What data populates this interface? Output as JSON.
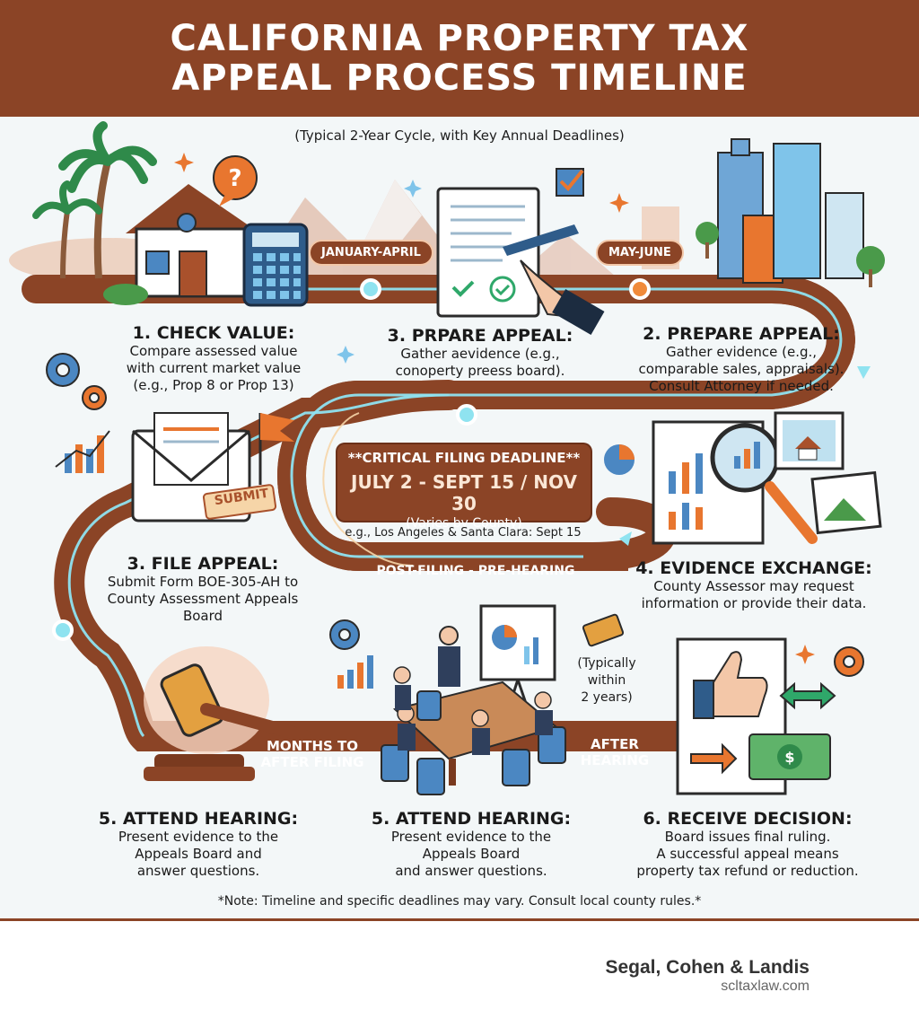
{
  "header": {
    "title_line1": "CALIFORNIA PROPERTY TAX",
    "title_line2": "APPEAL PROCESS TIMELINE"
  },
  "subtitle": "(Typical 2-Year Cycle, with Key Annual Deadlines)",
  "pills": {
    "jan_apr": "JANUARY-APRIL",
    "may_jun": "MAY-JUNE"
  },
  "steps": {
    "check_value": {
      "title": "1. CHECK VALUE:",
      "desc": [
        "Compare assessed value",
        "with current market value",
        "(e.g., Prop 8 or Prop 13)"
      ]
    },
    "prpare_appeal": {
      "title": "3. PRPARE APPEAL:",
      "desc": [
        "Gather aevidence (e.g.,",
        "conoperty preess board)."
      ]
    },
    "prepare_appeal": {
      "title": "2. PREPARE APPEAL:",
      "desc": [
        "Gather evidence (e.g.,",
        "comparable sales, appraisals).",
        "Consult Attorney if needed."
      ]
    },
    "file_appeal": {
      "title": "3. FILE APPEAL:",
      "desc": [
        "Submit Form BOE-305-AH to",
        "County Assessment Appeals",
        "Board"
      ]
    },
    "evidence_exchange": {
      "title": "4. EVIDENCE EXCHANGE:",
      "desc": [
        "County Assessor may request",
        "information or provide their data."
      ]
    },
    "attend_hearing_a": {
      "title": "5. ATTEND HEARING:",
      "desc": [
        "Present evidence to the",
        "Appeals Board and",
        "answer questions."
      ]
    },
    "attend_hearing_b": {
      "title": "5. ATTEND HEARING:",
      "desc": [
        "Present evidence to the",
        "Appeals Board",
        "and answer questions."
      ]
    },
    "receive_decision": {
      "title": "6. RECEIVE DECISION:",
      "desc": [
        "Board issues final ruling.",
        "A successful appeal means",
        "property tax refund or reduction."
      ]
    }
  },
  "deadline": {
    "heading": "**CRITICAL FILING DEADLINE**",
    "dates": "JULY 2 - SEPT 15 / NOV 30",
    "note": "(Varies by County)",
    "example": "e.g., Los Angeles & Santa Clara: Sept 15"
  },
  "road_labels": {
    "post_filing": "POST-FILING - PRE-HEARING",
    "months_to": [
      "MONTHS TO",
      "AFTER FILING"
    ],
    "after_hearing": [
      "AFTER",
      "HEARING"
    ]
  },
  "submit_stamp": "SUBMIT",
  "typically": [
    "(Typically",
    "within",
    "2 years)"
  ],
  "note": "*Note: Timeline and specific deadlines may vary. Consult local county rules.*",
  "brand": {
    "name": "Segal, Cohen & Landis",
    "url": "scltaxlaw.com"
  },
  "colors": {
    "brown": "#8b4426",
    "road_glow": "#8fe3f0",
    "orange": "#e8762f",
    "blue": "#3f7fc0",
    "background": "#f3f7f8"
  },
  "icons": [
    "palm-tree-icon",
    "house-icon",
    "question-bubble-icon",
    "calculator-icon",
    "document-pen-icon",
    "checkbox-icon",
    "city-skyline-icon",
    "gear-icon",
    "bar-chart-icon",
    "envelope-icon",
    "flag-icon",
    "pie-chart-icon",
    "magnifier-icon",
    "photo-icon",
    "gavel-icon",
    "presentation-board-icon",
    "meeting-table-icon",
    "thumbs-up-icon",
    "arrows-icon",
    "money-icon",
    "dollar-sign-icon"
  ]
}
